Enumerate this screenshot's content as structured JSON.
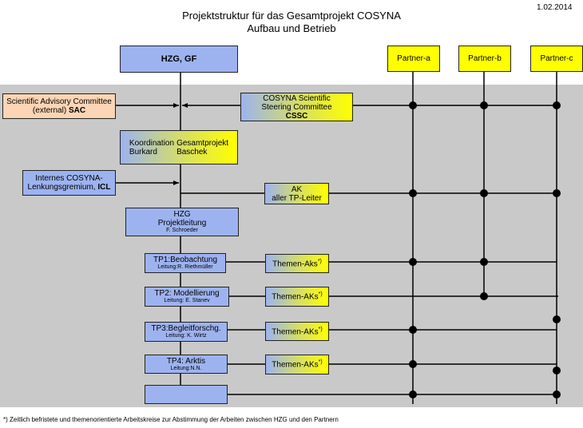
{
  "date": "1.02.2014",
  "title_line1": "Projektstruktur für das Gesamtprojekt COSYNA",
  "title_line2": "Aufbau und Betrieb",
  "boxes": {
    "hzg_gf": "HZG, GF",
    "partner_a": "Partner-a",
    "partner_b": "Partner-b",
    "partner_c": "Partner-c",
    "sac_line1": "Scientific Advisory Committee",
    "sac_line2_prefix": "(external) ",
    "sac_line2_bold": "SAC",
    "cssc_line1": "COSYNA Scientific",
    "cssc_line2": "Steering Committee",
    "cssc_line3": "CSSC",
    "koord_left1": "Koordination",
    "koord_left2": "Burkard",
    "koord_right1": "Gesamtprojekt",
    "koord_right2": "Baschek",
    "icl_line1": "Internes COSYNA-",
    "icl_line2_prefix": "Lenkungsgremium, ",
    "icl_line2_bold": "ICL",
    "ak_line1": "AK",
    "ak_line2": "aller TP-Leiter",
    "pl_line1": "HZG",
    "pl_line2": "Projektleitung",
    "pl_line3": "F. Schroeder",
    "tp1_title": "TP1:Beobachtung",
    "tp1_lead": "Leitung:R. Riethmüller",
    "tp2_title": "TP2: Modellierung",
    "tp2_lead": "Leitung: E. Stanev",
    "tp3_title": "TP3:Begleitforschg.",
    "tp3_lead": "Leitung: K. Wirtz",
    "tp4_title": "TP4: Arktis",
    "tp4_lead": "Leitung:N.N.",
    "themen1": "Themen-Aks",
    "themen2": "Themen-AKs",
    "themen3": "Themen-AKs",
    "themen4": "Themen-AKs",
    "themen_sup": "*)"
  },
  "footnote": "*) Zeitlich befristete und themenorientierte Arbeitskreise zur Abstimmung der Arbeiten zwischen HZG und den Partnern",
  "colors": {
    "blue": "#9db3f0",
    "yellow": "#ffff00",
    "orange": "#fbd5b5",
    "panel": "#c9c9c9"
  }
}
